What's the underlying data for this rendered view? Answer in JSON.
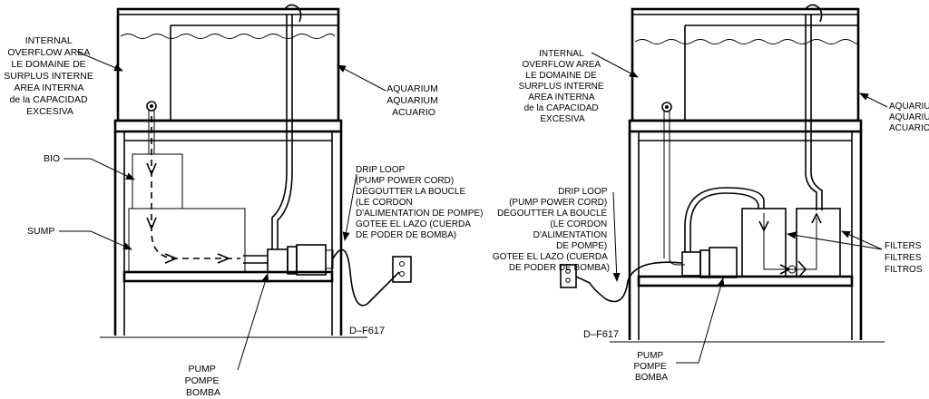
{
  "left_diagram": {
    "labels": {
      "internal_overflow": [
        "INTERNAL",
        "OVERFLOW AREA",
        "LE DOMAINE DE",
        "SURPLUS INTERNE",
        "AREA INTERNA",
        "de la CAPACIDAD",
        "EXCESIVA"
      ],
      "aquarium": [
        "AQUARIUM",
        "AQUARIUM",
        "ACUARIO"
      ],
      "bio": [
        "BIO"
      ],
      "sump": [
        "SUMP"
      ],
      "drip_loop": [
        "DRIP LOOP",
        "(PUMP POWER CORD)",
        "DÉGOUTTER LA BOUCLE",
        "(LE CORDON",
        "D'ALIMENTATION DE POMPE)",
        "GOTEE EL LAZO (CUERDA",
        "DE PODER DE BOMBA)"
      ],
      "pump": [
        "PUMP",
        "POMPE",
        "BOMBA"
      ],
      "drawing_code": "D–F617"
    }
  },
  "right_diagram": {
    "labels": {
      "internal_overflow": [
        "INTERNAL",
        "OVERFLOW AREA",
        "LE DOMAINE DE",
        "SURPLUS INTERNE",
        "AREA INTERNA",
        "de la CAPACIDAD",
        "EXCESIVA"
      ],
      "aquarium": [
        "AQUARIUM",
        "AQUARIUM",
        "ACUARIO"
      ],
      "drip_loop": [
        "DRIP LOOP",
        "(PUMP POWER CORD)",
        "DÉGOUTTER LA BOUCLÉ",
        "(LE CORDON",
        "D'ALIMENTATION",
        "DE POMPE)",
        "GOTEE EL LAZO (CUERDA",
        "DE PODER DE BOMBA)"
      ],
      "filters": [
        "FILTERS",
        "FILTRES",
        "FILTROS"
      ],
      "pump": [
        "PUMP",
        "POMPE",
        "BOMBA"
      ],
      "drawing_code": "D–F617"
    }
  }
}
